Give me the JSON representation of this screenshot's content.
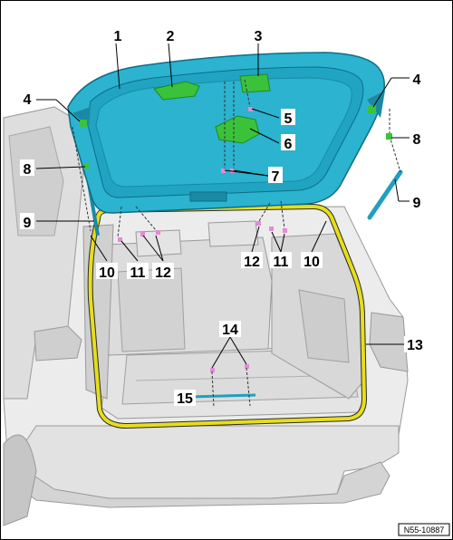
{
  "diagram": {
    "reference_code": "N55-10887",
    "callouts": [
      {
        "id": "c1a",
        "label": "1"
      },
      {
        "id": "c2a",
        "label": "2"
      },
      {
        "id": "c3a",
        "label": "3"
      },
      {
        "id": "c4a",
        "label": "4"
      },
      {
        "id": "c4b",
        "label": "4"
      },
      {
        "id": "c5a",
        "label": "5"
      },
      {
        "id": "c6a",
        "label": "6"
      },
      {
        "id": "c7a",
        "label": "7"
      },
      {
        "id": "c8a",
        "label": "8"
      },
      {
        "id": "c8b",
        "label": "8"
      },
      {
        "id": "c9a",
        "label": "9"
      },
      {
        "id": "c9b",
        "label": "9"
      },
      {
        "id": "c10a",
        "label": "10"
      },
      {
        "id": "c10b",
        "label": "10"
      },
      {
        "id": "c11a",
        "label": "11"
      },
      {
        "id": "c11b",
        "label": "11"
      },
      {
        "id": "c12a",
        "label": "12"
      },
      {
        "id": "c12b",
        "label": "12"
      },
      {
        "id": "c13a",
        "label": "13"
      },
      {
        "id": "c14a",
        "label": "14"
      },
      {
        "id": "c15a",
        "label": "15"
      }
    ]
  },
  "colors": {
    "tailgate": "#2bb3cf",
    "tailgate_dark": "#1a8aa4",
    "tailgate_inner": "#20a4c2",
    "body_light": "#ececec",
    "body_mid": "#d6d6d6",
    "body_dark": "#b4b4b4",
    "seal": "#e7de1a",
    "component_green": "#3bc23b",
    "clip_pink": "#e58ad6",
    "strut": "#1fa0c0"
  }
}
